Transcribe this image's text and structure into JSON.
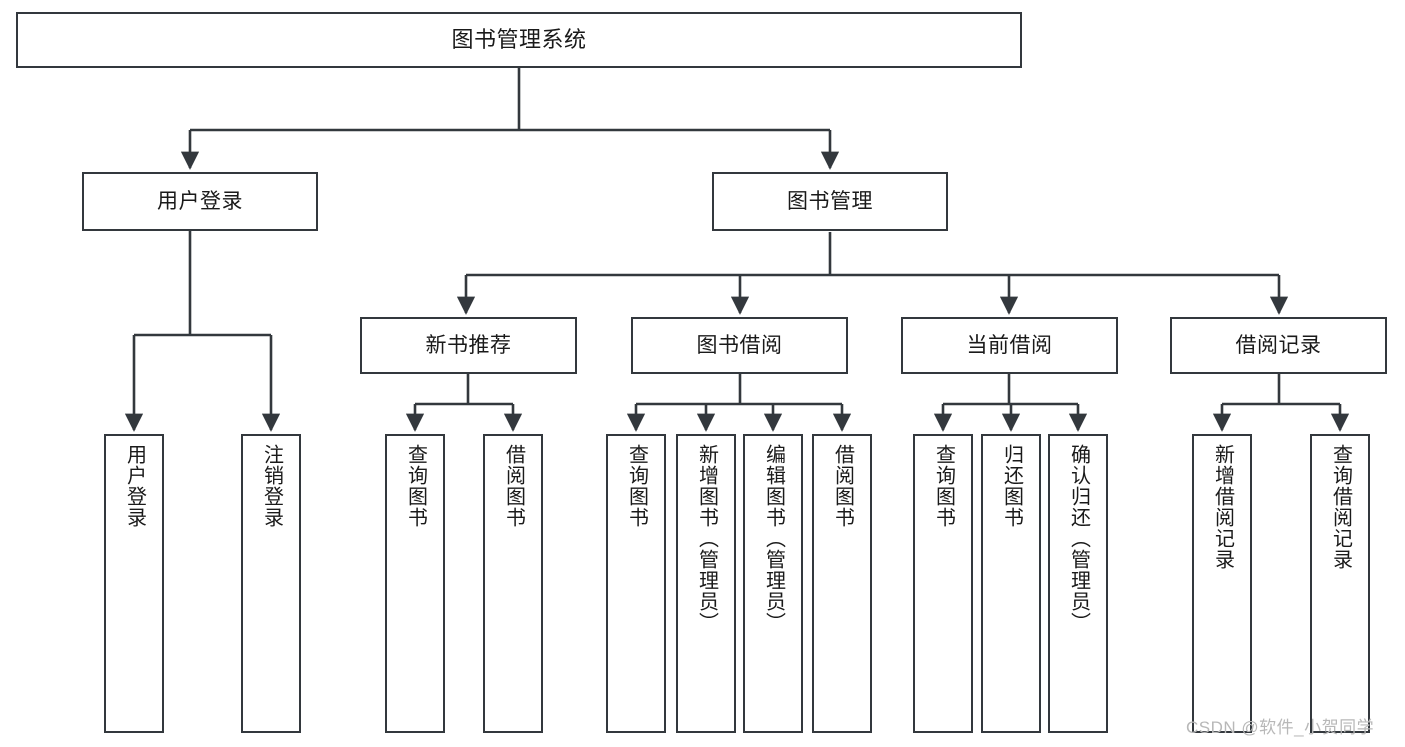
{
  "diagram": {
    "title": "图书管理系统",
    "watermark": "CSDN @软件_小贺同学",
    "line_color": "#33383d",
    "box_fill": "#ffffff",
    "text_color": "#1a1a1a",
    "watermark_color": "#b8b8b8"
  },
  "nodes": {
    "root": {
      "label": "图书管理系统"
    },
    "level2": [
      {
        "label": "用户登录"
      },
      {
        "label": "图书管理"
      }
    ],
    "level3": [
      {
        "label": "新书推荐"
      },
      {
        "label": "图书借阅"
      },
      {
        "label": "当前借阅"
      },
      {
        "label": "借阅记录"
      }
    ],
    "leaves": {
      "user_login": [
        {
          "label": "用户登录"
        },
        {
          "label": "注销登录"
        }
      ],
      "new_book": [
        {
          "label": "查询图书"
        },
        {
          "label": "借阅图书"
        }
      ],
      "book_borrow": [
        {
          "label": "查询图书"
        },
        {
          "label": "新增图书（管理员）"
        },
        {
          "label": "编辑图书（管理员）"
        },
        {
          "label": "借阅图书"
        }
      ],
      "current_borrow": [
        {
          "label": "查询图书"
        },
        {
          "label": "归还图书"
        },
        {
          "label": "确认归还（管理员）"
        }
      ],
      "borrow_record": [
        {
          "label": "新增借阅记录"
        },
        {
          "label": "查询借阅记录"
        }
      ]
    }
  }
}
